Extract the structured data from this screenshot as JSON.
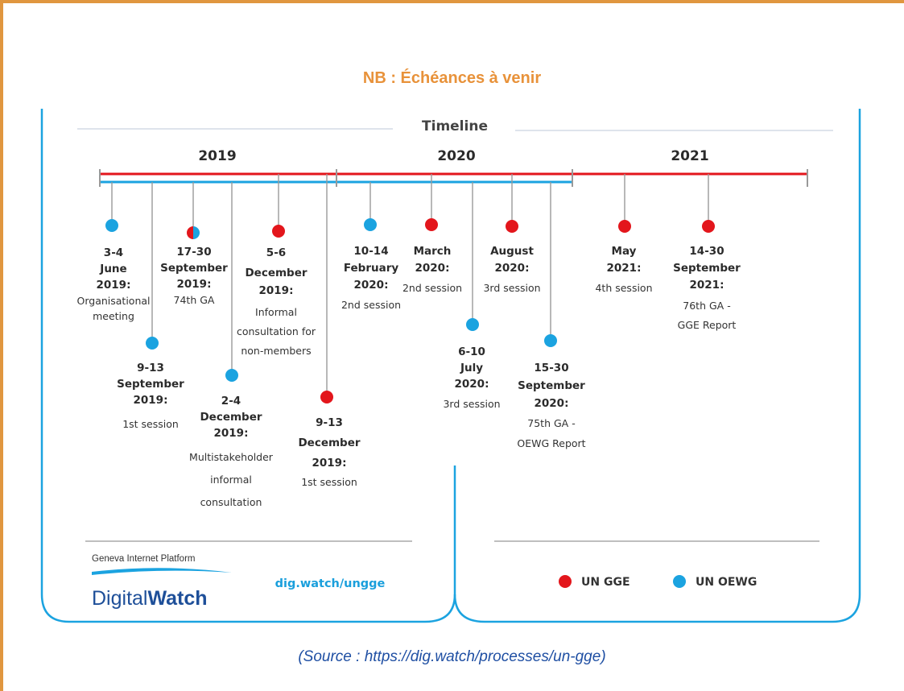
{
  "heading": "NB : Échéances à venir",
  "source": "(Source : https://dig.watch/processes/un-gge)",
  "timeline": {
    "title": "Timeline",
    "years": [
      "2019",
      "2020",
      "2021"
    ],
    "events": [
      {
        "id": "e1",
        "date": [
          "3-4",
          "June",
          "2019:"
        ],
        "desc": [
          "Organisational",
          "meeting"
        ],
        "process": "OEWG"
      },
      {
        "id": "e2",
        "date": [
          "9-13",
          "September",
          "2019:"
        ],
        "desc": [
          "1st session"
        ],
        "process": "OEWG"
      },
      {
        "id": "e3",
        "date": [
          "17-30",
          "September",
          "2019:"
        ],
        "desc": [
          "74th GA"
        ],
        "process": "both"
      },
      {
        "id": "e4",
        "date": [
          "2-4",
          "December",
          "2019:"
        ],
        "desc": [
          "Multistakeholder",
          "informal",
          "consultation"
        ],
        "process": "OEWG"
      },
      {
        "id": "e5",
        "date": [
          "5-6",
          "December",
          "2019:"
        ],
        "desc": [
          "Informal",
          "consultation for",
          "non-members"
        ],
        "process": "GGE"
      },
      {
        "id": "e6",
        "date": [
          "9-13",
          "December",
          "2019:"
        ],
        "desc": [
          "1st session"
        ],
        "process": "GGE"
      },
      {
        "id": "e7",
        "date": [
          "10-14",
          "February",
          "2020:"
        ],
        "desc": [
          "2nd session"
        ],
        "process": "OEWG"
      },
      {
        "id": "e8",
        "date": [
          "March",
          "2020:"
        ],
        "desc": [
          "2nd session"
        ],
        "process": "GGE"
      },
      {
        "id": "e9",
        "date": [
          "6-10",
          "July",
          "2020:"
        ],
        "desc": [
          "3rd session"
        ],
        "process": "OEWG"
      },
      {
        "id": "e10",
        "date": [
          "August",
          "2020:"
        ],
        "desc": [
          "3rd session"
        ],
        "process": "GGE"
      },
      {
        "id": "e11",
        "date": [
          "15-30",
          "September",
          "2020:"
        ],
        "desc": [
          "75th GA -",
          "OEWG Report"
        ],
        "process": "OEWG"
      },
      {
        "id": "e12",
        "date": [
          "May",
          "2021:"
        ],
        "desc": [
          "4th session"
        ],
        "process": "GGE"
      },
      {
        "id": "e13",
        "date": [
          "14-30",
          "September",
          "2021:"
        ],
        "desc": [
          "76th GA -",
          "GGE Report"
        ],
        "process": "GGE"
      }
    ]
  },
  "footer": {
    "org": "Geneva Internet Platform",
    "brand_part1": "Digital",
    "brand_part2": "Watch",
    "link": "dig.watch/ungge"
  },
  "legend": [
    {
      "label": "UN GGE",
      "color": "#e3161c"
    },
    {
      "label": "UN OEWG",
      "color": "#1ba3e0"
    }
  ],
  "colors": {
    "gge": "#e3161c",
    "oewg": "#1ba3e0",
    "frame": "#e0963f",
    "heading": "#e8923a",
    "source": "#1f4fa3"
  }
}
